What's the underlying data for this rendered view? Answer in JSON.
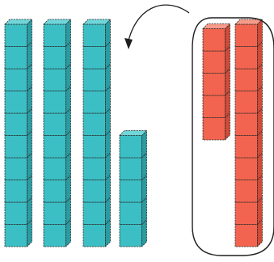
{
  "colors": {
    "block_teal": "#3bbfc5",
    "block_teal_top": "#6fd6da",
    "block_teal_side": "#2a9ba1",
    "block_red": "#f2644f",
    "block_red_top": "#f79a89",
    "block_red_side": "#cf4a37",
    "outline": "#2b2b2b",
    "grouping_line": "#1e1e1e",
    "background": "#ffffff"
  },
  "diagram": {
    "teal_rods": [
      {
        "id": "teal-rod-1",
        "cubes": 10,
        "color": "teal"
      },
      {
        "id": "teal-rod-2",
        "cubes": 10,
        "color": "teal"
      },
      {
        "id": "teal-rod-3",
        "cubes": 10,
        "color": "teal"
      }
    ],
    "teal_units": {
      "id": "teal-units",
      "cubes": 5,
      "color": "teal"
    },
    "red_group": [
      {
        "id": "red-rod-short",
        "cubes": 5,
        "color": "red"
      },
      {
        "id": "red-rod-long",
        "cubes": 10,
        "color": "red"
      }
    ],
    "arrow": {
      "from": "red-rod-short",
      "to": "teal-units",
      "icon": "curved-arrow-icon"
    }
  }
}
